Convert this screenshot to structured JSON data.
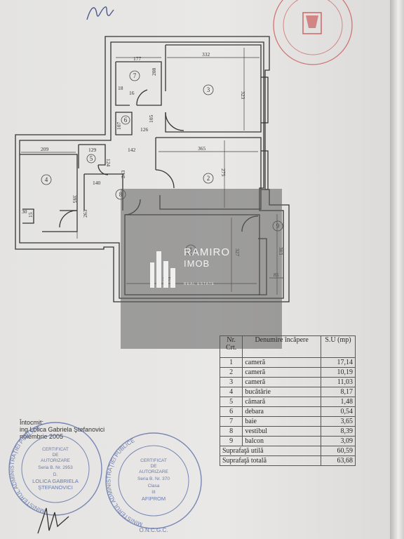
{
  "plan": {
    "rooms": {
      "r1": "1",
      "r2": "2",
      "r3": "3",
      "r4": "4",
      "r5": "5",
      "r6": "6",
      "r7": "7",
      "r8": "8",
      "r9": "9"
    },
    "dimensions": {
      "d177": "177",
      "d332": "332",
      "d208": "208",
      "d323": "323",
      "d18": "18",
      "d16": "16",
      "d107": "107",
      "d126": "126",
      "d105": "105",
      "d209": "209",
      "d129": "129",
      "d142": "142",
      "d365": "365",
      "d124": "124",
      "d243": "243",
      "d275": "275",
      "d140": "140",
      "d395": "395",
      "d263": "263",
      "d30": "30",
      "d15": "15",
      "d517": "517",
      "d327": "327",
      "d303": "303",
      "d85": "85"
    }
  },
  "watermark": {
    "line1": "RAMIRO",
    "line2": "IMOB",
    "tagline": "REAL ESTATE"
  },
  "table": {
    "headers": {
      "nr": "Nr. Crt.",
      "name": "Denumire încăpere",
      "su": "S.U (mp)"
    },
    "rows": [
      {
        "nr": "1",
        "name": "cameră",
        "su": "17,14"
      },
      {
        "nr": "2",
        "name": "cameră",
        "su": "10,19"
      },
      {
        "nr": "3",
        "name": "cameră",
        "su": "11,03"
      },
      {
        "nr": "4",
        "name": "bucătărie",
        "su": "8,17"
      },
      {
        "nr": "5",
        "name": "cămară",
        "su": "1,48"
      },
      {
        "nr": "6",
        "name": "debara",
        "su": "0,54"
      },
      {
        "nr": "7",
        "name": "baie",
        "su": "3,65"
      },
      {
        "nr": "8",
        "name": "vestibul",
        "su": "8,39"
      },
      {
        "nr": "9",
        "name": "balcon",
        "su": "3,09"
      }
    ],
    "totals": [
      {
        "label": "Suprafaţă utilă",
        "value": "60,59"
      },
      {
        "label": "Suprafaţă totală",
        "value": "63,68"
      }
    ]
  },
  "author": {
    "line1": "Întocmit:",
    "line2": "ing Lolica Gabriela Ştefanovici",
    "line3": "noiembrie 2005"
  },
  "stamp_left": {
    "ring": "MINISTERUL ADMINISTRAŢIEI PUBLICE",
    "l1": "CERTIFICAT",
    "l2": "DE",
    "l3": "AUTORIZARE",
    "l4": "Seria B. Nr. 2953",
    "l5": "D.",
    "l6": "LOLICA GABRIELA",
    "l7": "ŞTEFANOVICI"
  },
  "stamp_right": {
    "ring": "MINISTERUL ADMINISTRAŢIEI PUBLICE",
    "l1": "CERTIFICAT",
    "l2": "DE",
    "l3": "AUTORIZARE",
    "l4": "Seria B. Nr. 370",
    "l5": "Clasa",
    "l6": "III",
    "l7": "AFIPROM",
    "bottom": "O.N.C.G.C."
  },
  "colors": {
    "ink": "#2e2e2e",
    "stamp_blue": "#5b6ea8",
    "stamp_red": "#c64848"
  }
}
